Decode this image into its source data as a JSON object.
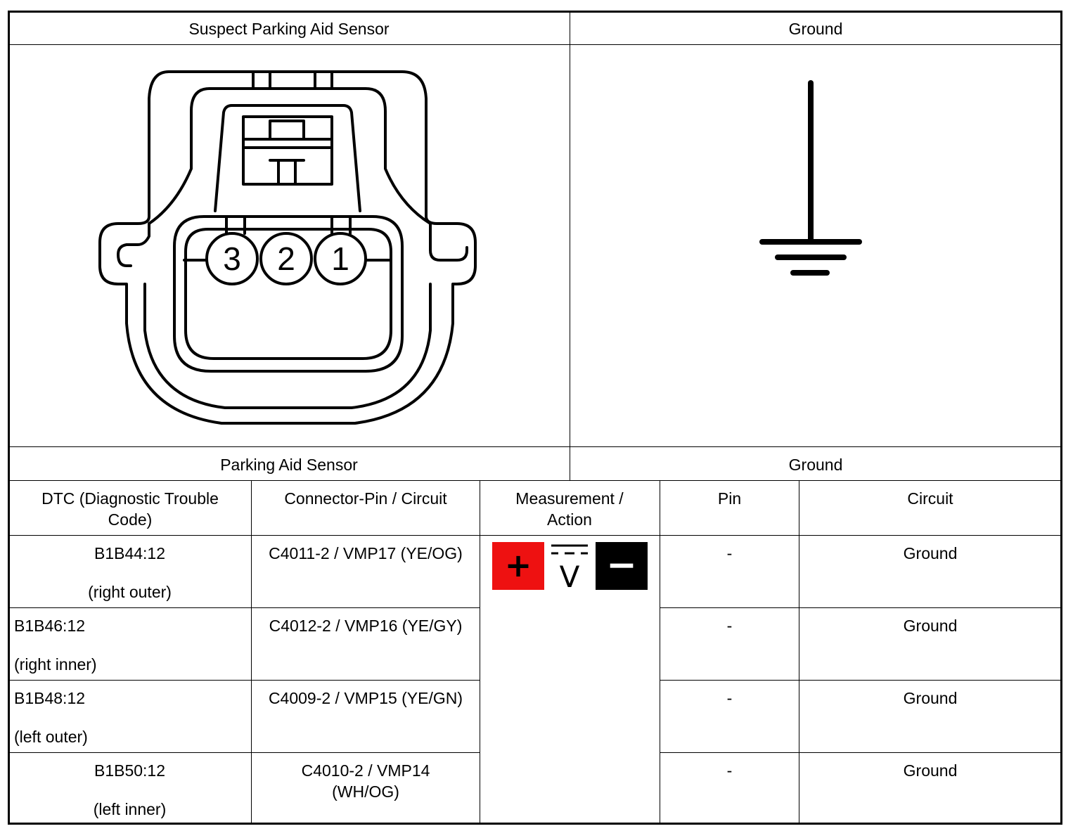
{
  "header": {
    "left_title": "Suspect Parking Aid Sensor",
    "right_title": "Ground"
  },
  "connector": {
    "pins": [
      "3",
      "2",
      "1"
    ]
  },
  "caption": {
    "left": "Parking Aid Sensor",
    "right": "Ground"
  },
  "table": {
    "columns": [
      "DTC (Diagnostic Trouble Code)",
      "Connector-Pin / Circuit",
      "Measurement / Action",
      "Pin",
      "Circuit"
    ],
    "rows": [
      {
        "dtc": "B1B44:12",
        "location": "(right outer)",
        "connector": "C4011-2 / VMP17 (YE/OG)",
        "pin": "-",
        "circuit": "Ground"
      },
      {
        "dtc": "B1B46:12",
        "location": "(right inner)",
        "connector": "C4012-2 / VMP16 (YE/GY)",
        "pin": "-",
        "circuit": "Ground"
      },
      {
        "dtc": "B1B48:12",
        "location": "(left outer)",
        "connector": "C4009-2 / VMP15 (YE/GN)",
        "pin": "-",
        "circuit": "Ground"
      },
      {
        "dtc": "B1B50:12",
        "location": "(left inner)",
        "connector": "C4010-2 / VMP14 (WH/OG)",
        "pin": "-",
        "circuit": "Ground"
      }
    ],
    "measurement": {
      "positive_icon": "+",
      "voltmeter_icon": "V",
      "negative_icon": "−",
      "positive_color": "#ee1111",
      "negative_color": "#000000"
    }
  }
}
